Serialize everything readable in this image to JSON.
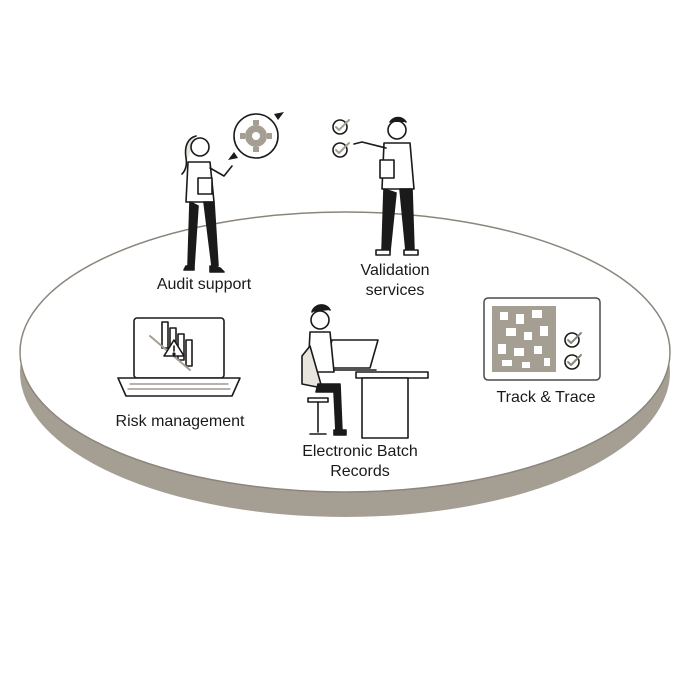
{
  "labels": {
    "audit_support": "Audit support",
    "validation_line1": "Validation",
    "validation_line2": "services",
    "risk_management": "Risk management",
    "ebr_line1": "Electronic Batch",
    "ebr_line2": "Records",
    "track_trace": "Track & Trace"
  },
  "icons": {
    "audit": "gear-cycle-icon",
    "validation": "checkmark-list-icon",
    "risk": "laptop-warning-icon",
    "ebr": "person-desk-laptop-icon",
    "track": "datamatrix-code-icon"
  },
  "colors": {
    "platform_top": "#ffffff",
    "platform_edge": "#a59e93",
    "outline": "#4a4a4a",
    "accent": "#a59e93",
    "ink": "#1a1a1a"
  }
}
